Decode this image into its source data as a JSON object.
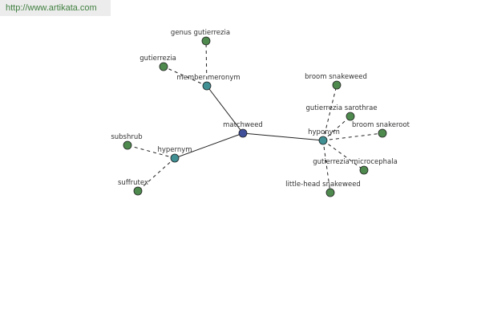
{
  "source": {
    "url_text": "http://www.artikata.com"
  },
  "colors": {
    "center": "#3f4f9a",
    "relation": "#3f8f93",
    "leaf": "#4e8a4e",
    "edge": "#222222"
  },
  "graph": {
    "center": {
      "label": "matchweed"
    },
    "relations": [
      {
        "key": "member-meronym",
        "label": "member meronym",
        "leaves": [
          "genus gutierrezia",
          "gutierrezia"
        ]
      },
      {
        "key": "hypernym",
        "label": "hypernym",
        "leaves": [
          "subshrub",
          "suffrutex"
        ]
      },
      {
        "key": "hyponym",
        "label": "hyponym",
        "leaves": [
          "broom snakeweed",
          "gutierrezia sarothrae",
          "broom snakeroot",
          "gutierrezia microcephala",
          "little-head snakeweed"
        ]
      }
    ]
  }
}
